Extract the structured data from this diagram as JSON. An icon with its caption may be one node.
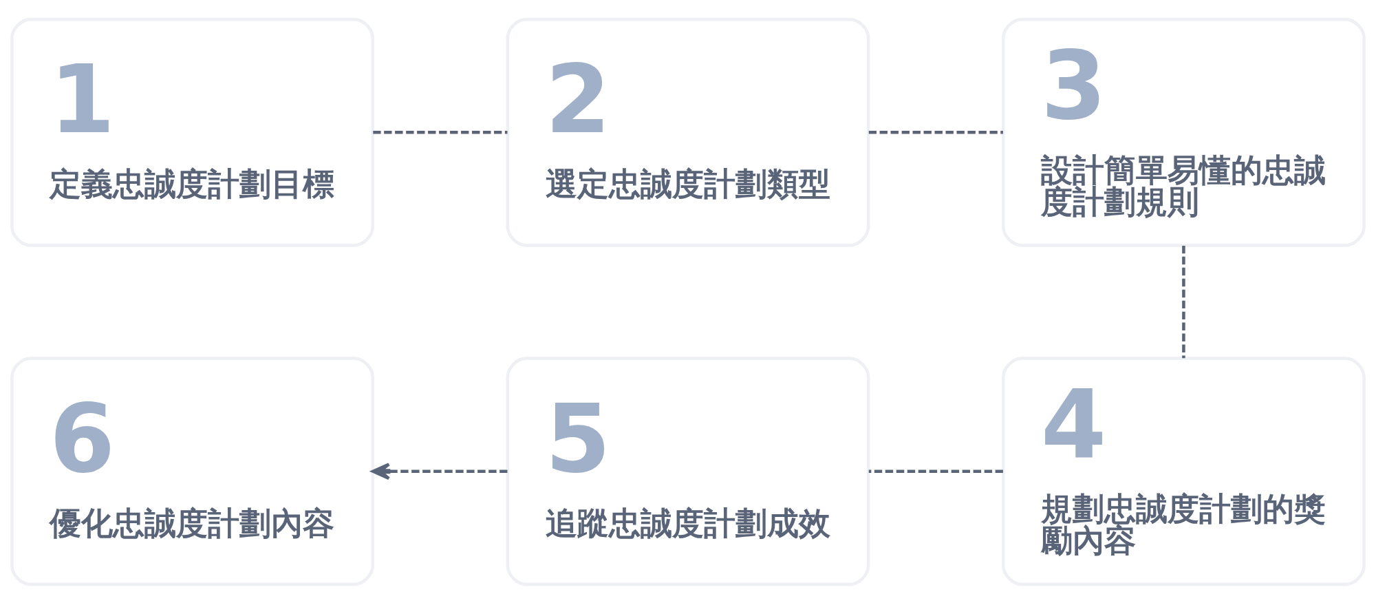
{
  "diagram": {
    "nodes": [
      {
        "text": [
          "1",
          "定義忠誠度計劃目標"
        ]
      },
      {
        "text": [
          "2",
          "選定忠誠度計劃類型"
        ]
      },
      {
        "text": [
          "3",
          "設計簡單易懂的忠誠度計劃規則"
        ]
      },
      {
        "text": [
          "4",
          "規劃忠誠度計劃的獎勵內容"
        ]
      },
      {
        "text": [
          "5",
          "追蹤忠誠度計劃成效"
        ]
      },
      {
        "text": [
          "6",
          "優化忠誠度計劃內容"
        ]
      }
    ],
    "edges": [
      {
        "from": 0,
        "to": 1,
        "arrow": "none",
        "style": "dashed"
      },
      {
        "from": 1,
        "to": 2,
        "arrow": "none",
        "style": "dashed"
      },
      {
        "from": 2,
        "to": 3,
        "arrow": "none",
        "style": "dashed"
      },
      {
        "from": 3,
        "to": 4,
        "arrow": "none",
        "style": "dashed"
      },
      {
        "from": 4,
        "to": 5,
        "arrow": "to",
        "style": "dashed"
      }
    ]
  }
}
